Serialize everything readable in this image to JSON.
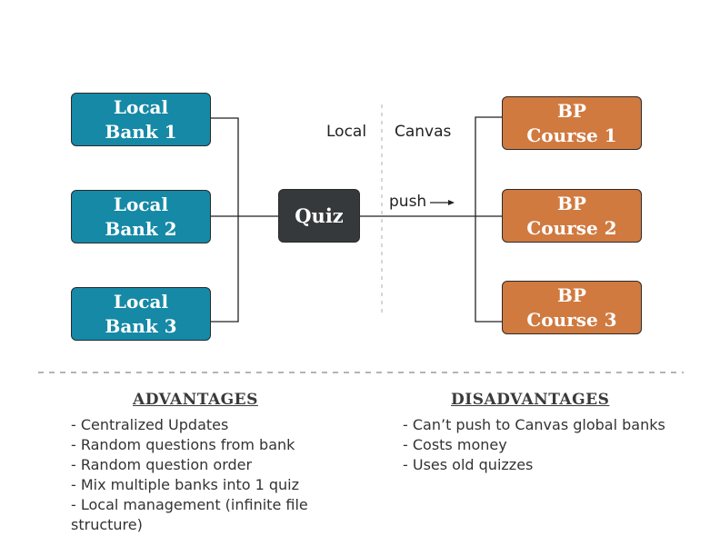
{
  "diagram": {
    "banks": [
      {
        "line1": "Local",
        "line2": "Bank 1"
      },
      {
        "line1": "Local",
        "line2": "Bank 2"
      },
      {
        "line1": "Local",
        "line2": "Bank 3"
      }
    ],
    "quiz_label": "Quiz",
    "courses": [
      {
        "line1": "BP",
        "line2": "Course 1"
      },
      {
        "line1": "BP",
        "line2": "Course 2"
      },
      {
        "line1": "BP",
        "line2": "Course 3"
      }
    ],
    "region_left_label": "Local",
    "region_right_label": "Canvas",
    "push_label": "push"
  },
  "advantages": {
    "title": "ADVANTAGES",
    "items": [
      "- Centralized Updates",
      "- Random questions from bank",
      "- Random question order",
      "- Mix multiple banks into 1 quiz",
      "- Local management (infinite file structure)"
    ]
  },
  "disadvantages": {
    "title": "DISADVANTAGES",
    "items": [
      "- Can’t push to Canvas global banks",
      "- Costs money",
      "- Uses old quizzes"
    ]
  },
  "colors": {
    "bank": "#1589a6",
    "quiz": "#35393c",
    "course": "#d07a40"
  }
}
